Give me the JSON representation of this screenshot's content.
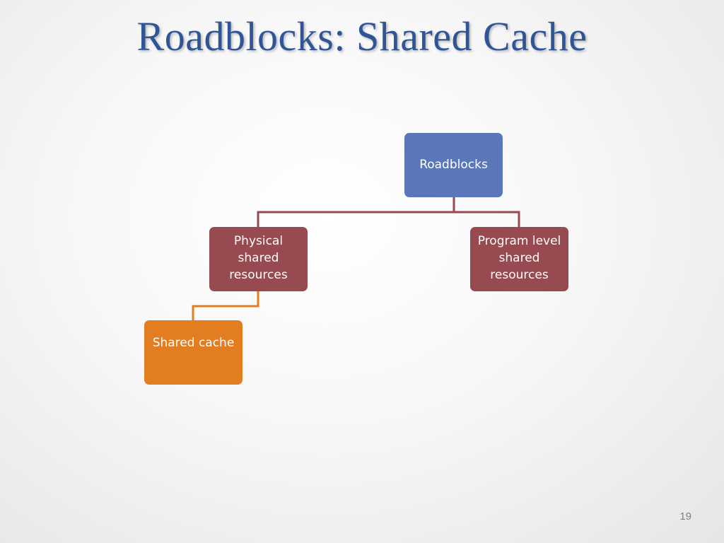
{
  "slide": {
    "title": "Roadblocks: Shared Cache",
    "page_number": "19"
  },
  "diagram": {
    "nodes": {
      "root": {
        "label": "Roadblocks",
        "color": "#5b77b9"
      },
      "physical": {
        "label": "Physical shared resources",
        "color": "#974a4f"
      },
      "program": {
        "label": "Program level shared resources",
        "color": "#974a4f"
      },
      "cache": {
        "label": "Shared cache",
        "color": "#e27d22"
      }
    },
    "connector_colors": {
      "level1": "#974a4f",
      "level2": "#e27d22"
    }
  }
}
